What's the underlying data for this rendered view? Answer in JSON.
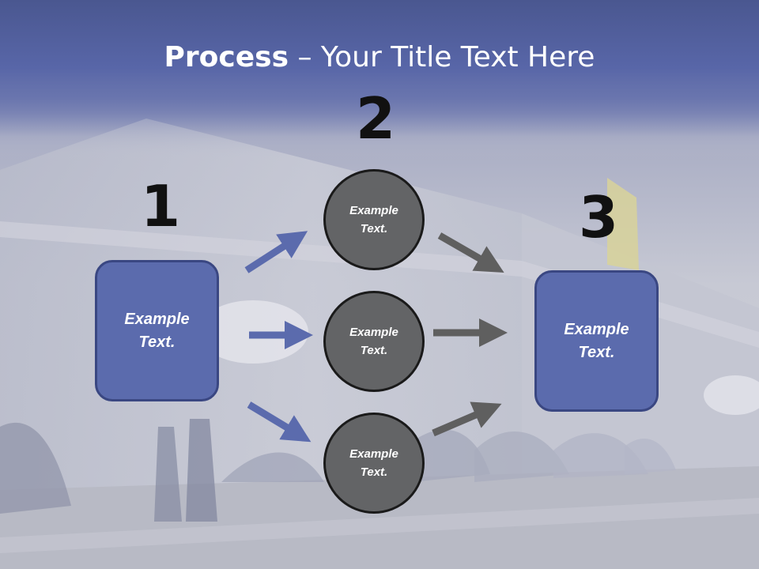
{
  "title": {
    "bold": "Process",
    "rest": " – Your Title Text Here"
  },
  "steps": [
    {
      "number": "1",
      "label": "Example\nText."
    },
    {
      "number": "2",
      "label": ""
    },
    {
      "number": "3",
      "label": "Example\nText."
    }
  ],
  "circles": [
    {
      "label": "Example\nText."
    },
    {
      "label": "Example\nText."
    },
    {
      "label": "Example\nText."
    }
  ],
  "colors": {
    "box_fill": "#5b6bad",
    "circle_fill": "#636466",
    "arrow_blue": "#5b6bad",
    "arrow_gray": "#5f5f5f",
    "header": "#4b5a9c"
  }
}
